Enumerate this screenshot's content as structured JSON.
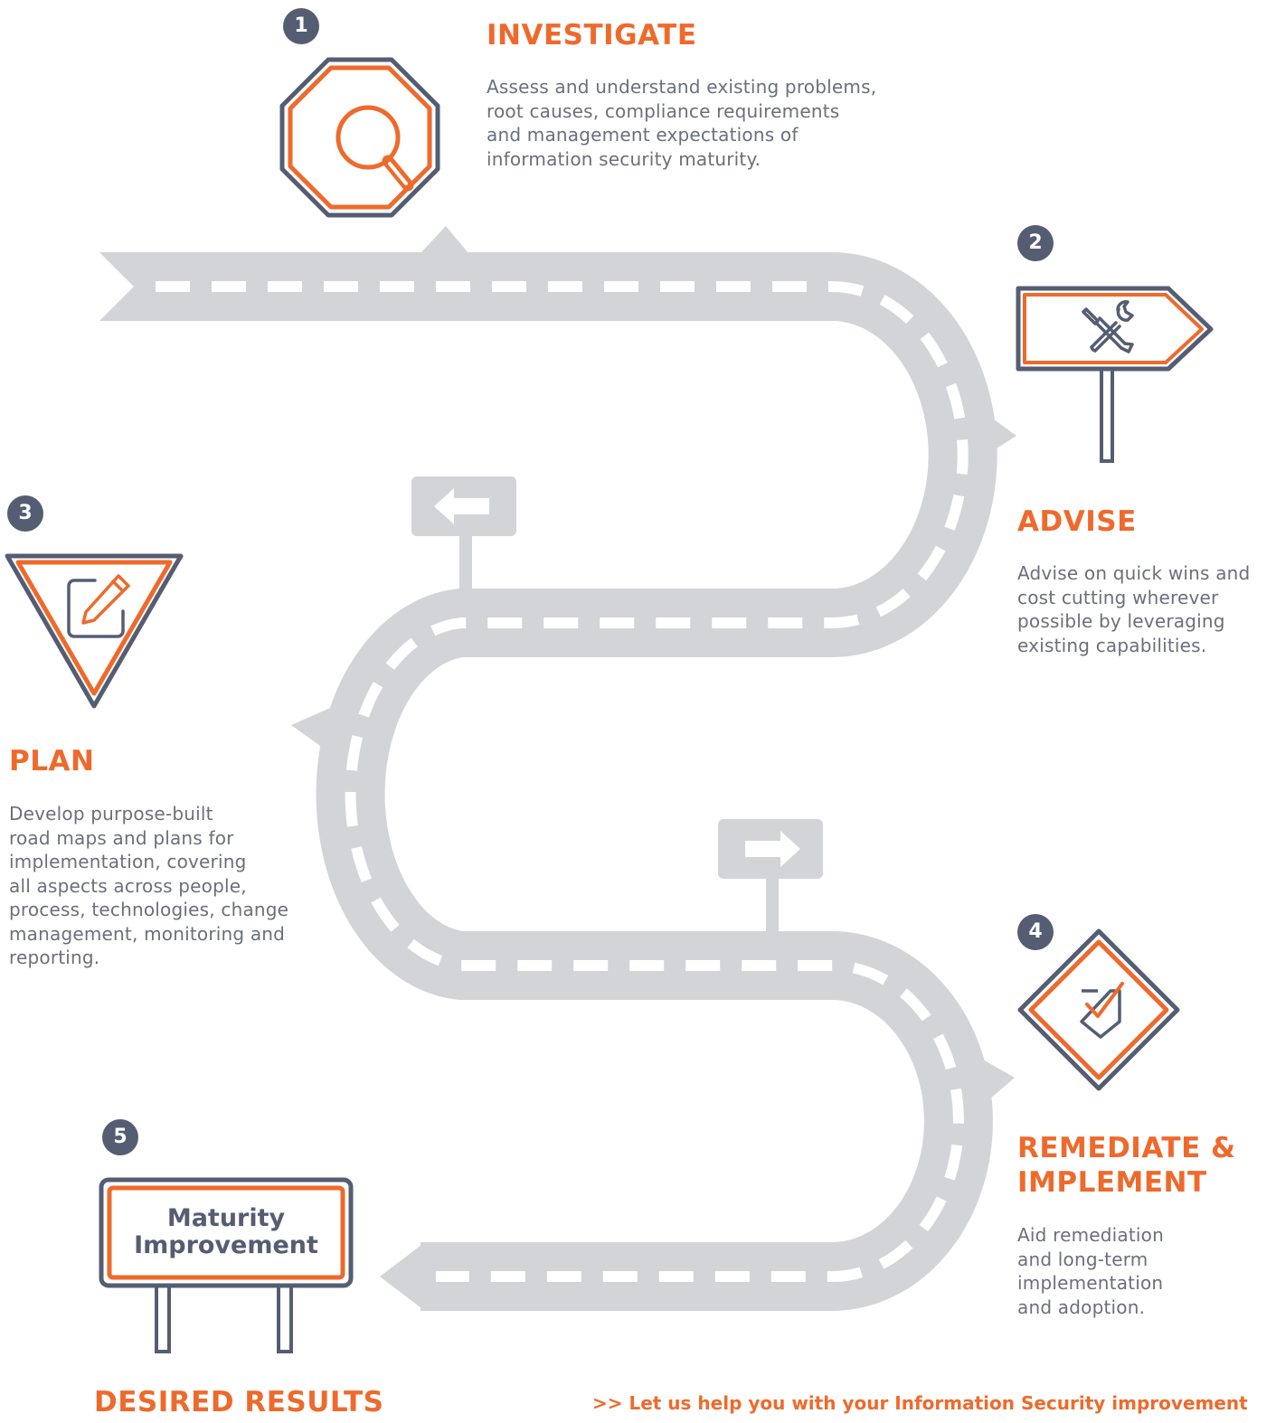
{
  "steps": [
    {
      "number": "1",
      "title": "INVESTIGATE",
      "icon": "magnifier-icon",
      "sign": "stop-sign",
      "desc_lines": [
        "Assess and understand existing problems,",
        "root causes, compliance requirements",
        "and management expectations of",
        "information security maturity."
      ]
    },
    {
      "number": "2",
      "title": "ADVISE",
      "icon": "wrench-screwdriver-icon",
      "sign": "direction-arrow-sign",
      "desc_lines": [
        "Advise on quick wins and",
        "cost cutting wherever",
        "possible by leveraging",
        "existing capabilities."
      ]
    },
    {
      "number": "3",
      "title": "PLAN",
      "icon": "pencil-edit-icon",
      "sign": "yield-sign",
      "desc_lines": [
        "Develop purpose-built",
        "road maps and plans for",
        "implementation, covering",
        "all aspects across people,",
        "process, technologies, change",
        "management, monitoring and",
        "reporting."
      ]
    },
    {
      "number": "4",
      "title_lines": [
        "REMEDIATE &",
        "IMPLEMENT"
      ],
      "icon": "shield-check-icon",
      "sign": "diamond-sign",
      "desc_lines": [
        "Aid remediation",
        "and long-term",
        "implementation",
        "and adoption."
      ]
    },
    {
      "number": "5",
      "title": "DESIRED RESULTS",
      "sign": "billboard-sign",
      "sign_lines": [
        "Maturity",
        "Improvement"
      ]
    }
  ],
  "road_signs": [
    {
      "icon": "arrow-left-icon"
    },
    {
      "icon": "arrow-right-icon"
    }
  ],
  "cta": ">> Let us help you with your Information Security improvement",
  "colors": {
    "accent": "#ee6a2c",
    "dark": "#555d73",
    "road": "#d3d4d8",
    "text": "#6b6f7c"
  }
}
